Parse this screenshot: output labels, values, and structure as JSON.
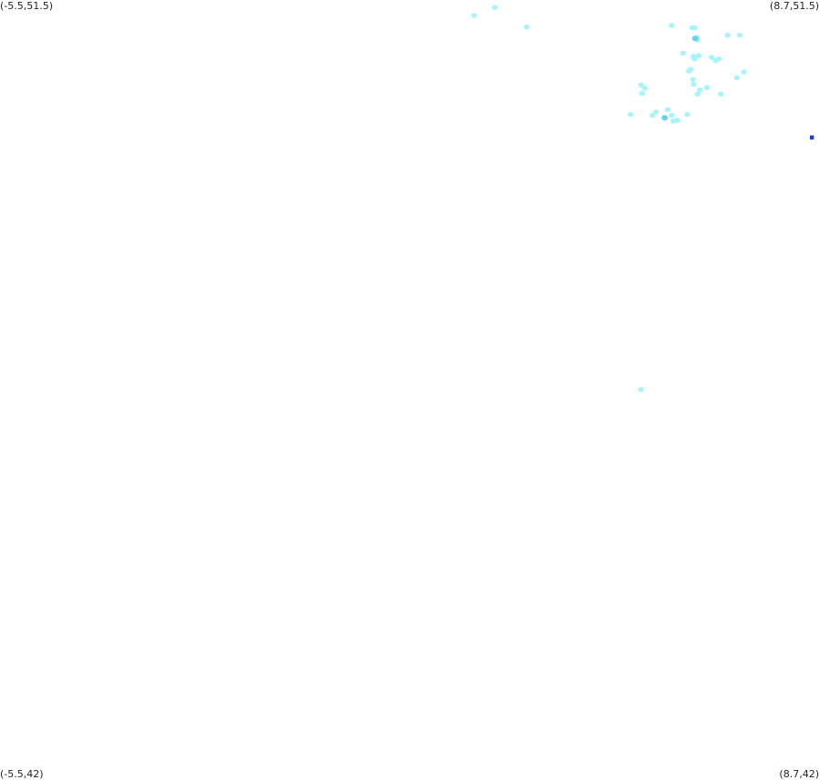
{
  "map": {
    "corner_labels": {
      "top_left": "(-5.5,51.5)",
      "top_right": "(8.7,51.5)",
      "bottom_left": "(-5.5,42)",
      "bottom_right": "(8.7,42)"
    },
    "extent": {
      "lon_min": -5.5,
      "lon_max": 8.7,
      "lat_min": 42,
      "lat_max": 51.5
    },
    "colors": {
      "cluster": "#a8f4fb",
      "cluster_dense": "#5fd6ee",
      "highlight": "#1a3ad4"
    }
  },
  "chart_data": {
    "type": "scatter",
    "x_label": "",
    "y_label": "",
    "xlim": [
      -5.5,
      8.7
    ],
    "ylim": [
      42,
      51.5
    ],
    "series": [
      {
        "kind": "cluster",
        "points": [
          [
            2.71,
            51.31
          ],
          [
            3.07,
            51.41
          ],
          [
            3.62,
            51.17
          ],
          [
            6.13,
            51.19
          ],
          [
            6.49,
            51.16
          ],
          [
            6.53,
            51.16
          ],
          [
            6.57,
            51.04
          ],
          [
            6.58,
            51.01
          ],
          [
            7.1,
            51.07
          ],
          [
            7.31,
            51.07
          ],
          [
            6.6,
            50.82
          ],
          [
            6.53,
            50.78
          ],
          [
            6.33,
            50.85
          ],
          [
            6.43,
            50.63
          ],
          [
            6.46,
            50.65
          ],
          [
            6.51,
            50.81
          ],
          [
            6.82,
            50.8
          ],
          [
            6.89,
            50.76
          ],
          [
            6.95,
            50.78
          ],
          [
            7.26,
            50.55
          ],
          [
            7.38,
            50.62
          ],
          [
            6.74,
            50.43
          ],
          [
            6.98,
            50.35
          ],
          [
            6.62,
            50.4
          ],
          [
            6.51,
            50.47
          ],
          [
            6.5,
            50.53
          ],
          [
            6.58,
            50.35
          ],
          [
            5.6,
            50.46
          ],
          [
            5.62,
            50.36
          ],
          [
            5.67,
            50.42
          ],
          [
            5.8,
            50.09
          ],
          [
            5.86,
            50.13
          ],
          [
            5.42,
            50.1
          ],
          [
            6.06,
            50.16
          ],
          [
            6.13,
            50.09
          ],
          [
            6.4,
            50.1
          ],
          [
            6.23,
            50.03
          ],
          [
            6.16,
            50.02
          ],
          [
            5.6,
            46.74
          ]
        ]
      },
      {
        "kind": "dense",
        "points": [
          [
            6.54,
            51.03
          ],
          [
            6.01,
            50.06
          ]
        ]
      },
      {
        "kind": "highlight",
        "points": [
          [
            8.56,
            49.82
          ]
        ]
      }
    ]
  }
}
